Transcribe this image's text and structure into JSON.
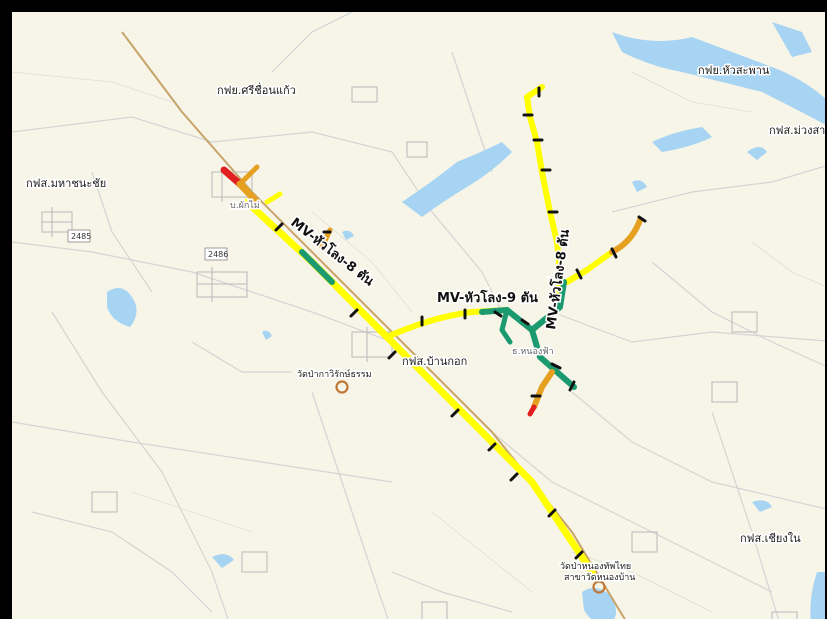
{
  "labels": {
    "places": [
      "กฟย.ศรีชื่อนแก้ว",
      "กฟย.หัวสะพาน",
      "กฟส.ม่วงสามสิบ",
      "กฟส.มหาชนะชัย",
      "กฟส.บ้านกอก",
      "กฟส.เชียงใน",
      "วัดป่าหนองทัพไทย",
      "สาขาวัดหนองบ้าน",
      "วัดป่ากาวิรักษ์ธรรม",
      "บ.ผักไม่",
      "ธ.หนองฟ้า"
    ],
    "lines": {
      "a": "MV-หัวโลง-8 ตัน",
      "b": "MV-หัวโลง-9 ตัน",
      "c": "MV-หัวโลง-8 ตัน"
    },
    "roads": [
      "2485",
      "2486"
    ]
  },
  "colors": {
    "map_bg": "#f7f5e8",
    "water": "#a6d4f2",
    "road": "#cfcfcf",
    "highway": "#c8a46a",
    "mv_yellow": "#ffff00",
    "mv_orange": "#e6a020",
    "mv_green": "#1a9a6e",
    "mv_red": "#e02020",
    "marker": "#d0883a"
  },
  "icons": [
    "temple-marker-icon",
    "temple-marker-icon"
  ]
}
